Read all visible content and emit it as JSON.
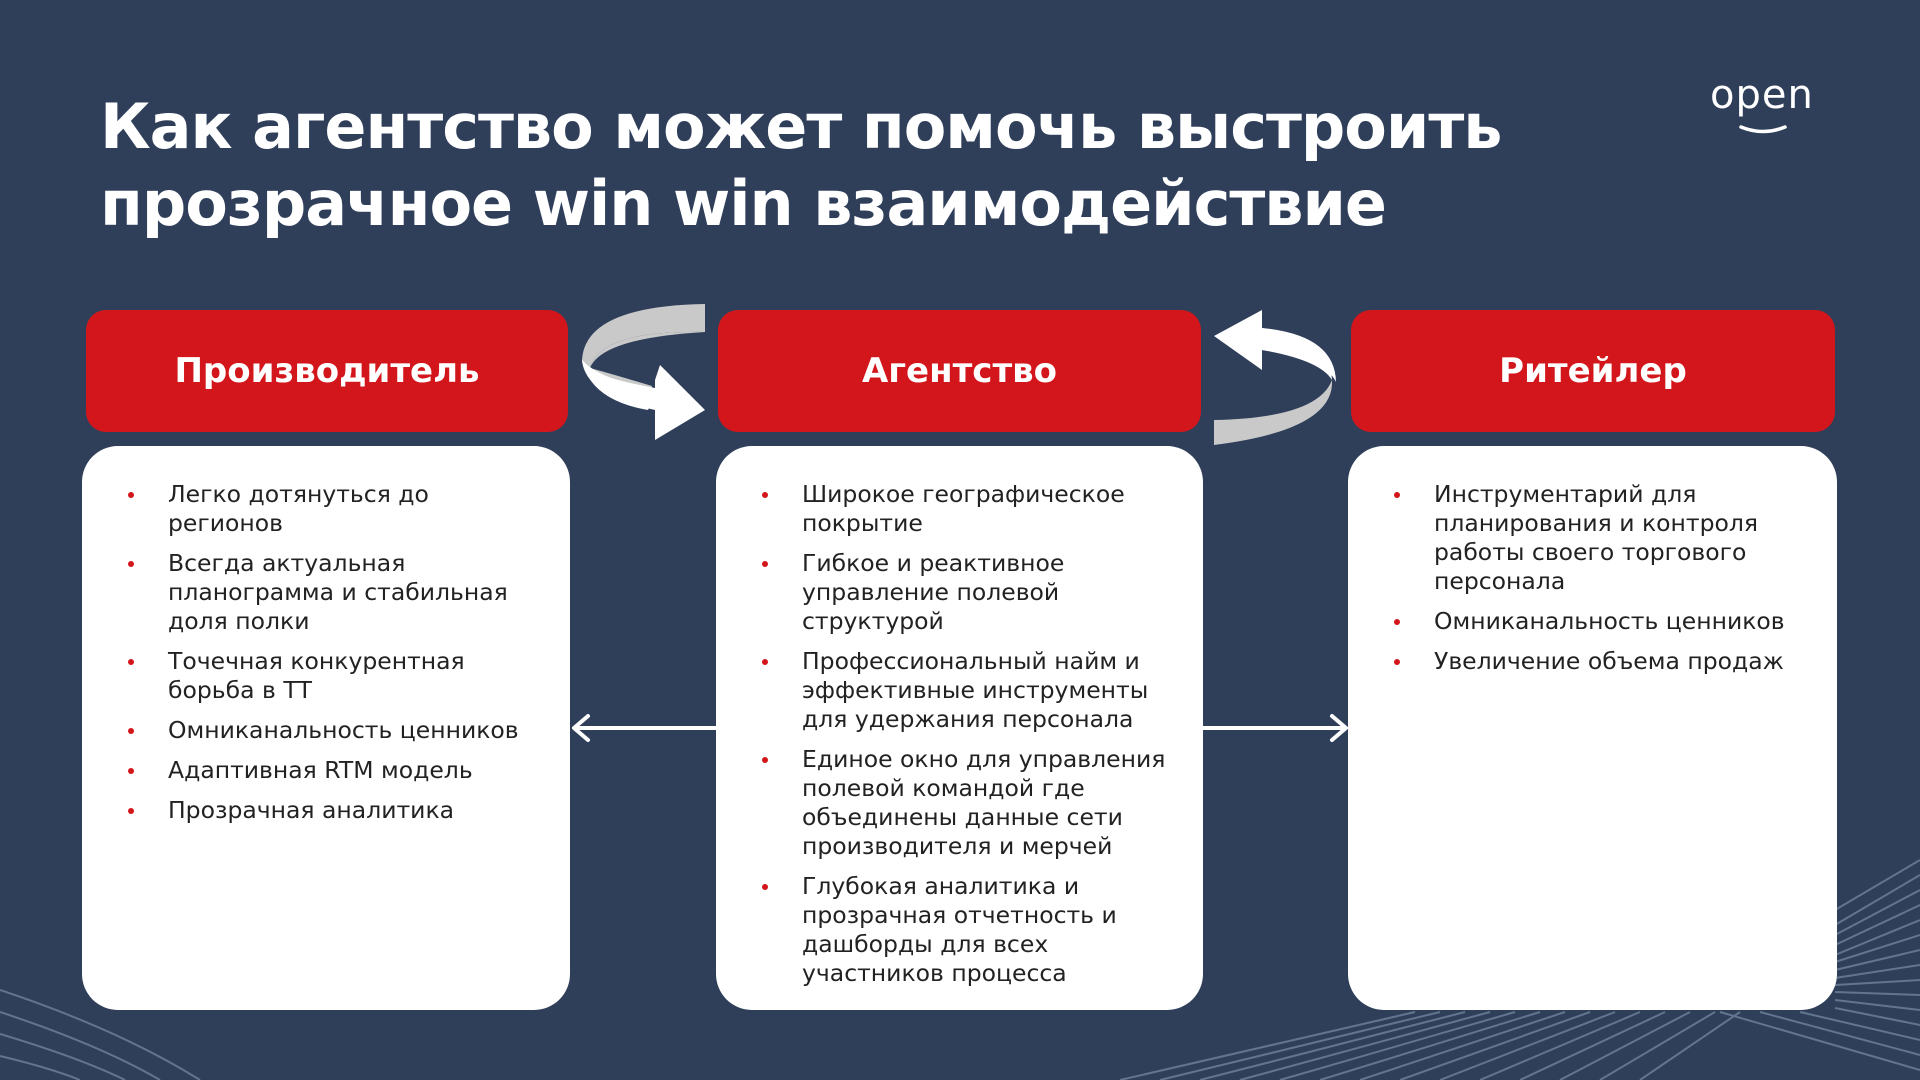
{
  "title": {
    "line1": "Как агентство может помочь выстроить",
    "line2": "прозрачное win win взаимодействие"
  },
  "logo": {
    "text": "open",
    "icon": "smile-underline-icon"
  },
  "colors": {
    "background": "#2f3f5a",
    "accent_red": "#d3161b",
    "card_white": "#ffffff",
    "arrow_light": "#ffffff",
    "arrow_shadow": "#c9c9c9"
  },
  "columns": [
    {
      "header": "Производитель",
      "items": [
        "Легко дотянуться до регионов",
        "Всегда актуальная планограмма и стабильная доля полки",
        "Точечная конкурентная борьба в ТТ",
        "Омниканальность ценников",
        "Адаптивная RTM модель",
        "Прозрачная аналитика"
      ]
    },
    {
      "header": "Агентство",
      "items": [
        "Широкое географическое покрытие",
        "Гибкое и реактивное управление полевой структурой",
        "Профессиональный найм и эффективные инструменты для удержания персонала",
        "Единое окно для управления полевой командой где объединены данные сети производителя и мерчей",
        "Глубокая аналитика и прозрачная отчетность и дашборды для всех участников процесса"
      ]
    },
    {
      "header": "Ритейлер",
      "items": [
        "Инструментарий для планирования и контроля работы своего торгового персонала",
        "Омниканальность ценников",
        "Увеличение объема продаж"
      ]
    }
  ],
  "connectors": {
    "cycle_left": "curved-cycle-arrow-icon",
    "cycle_right": "curved-cycle-arrow-icon",
    "arrow_to_left": "arrow-left-icon",
    "arrow_to_right": "arrow-right-icon"
  }
}
